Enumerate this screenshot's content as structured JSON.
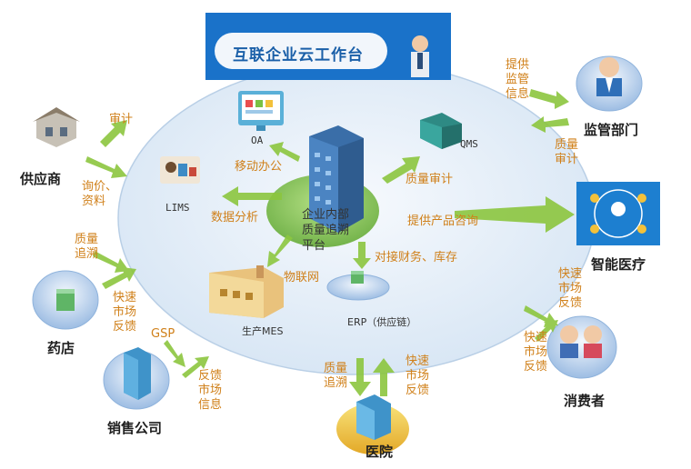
{
  "banner": {
    "title": "互联企业云工作台"
  },
  "center": {
    "label": "企业内部\n质量追溯\n平台"
  },
  "nodes": {
    "oa": "OA",
    "lims": "LIMS",
    "qms": "QMS",
    "mes": "生产MES",
    "erp": "ERP（供应链）"
  },
  "entities": {
    "supplier": "供应商",
    "pharmacy": "药店",
    "sales": "销售公司",
    "hospital": "医院",
    "consumer": "消费者",
    "regulator": "监管部门",
    "smart_medical": "智能医疗"
  },
  "labels": {
    "audit": "审计",
    "inquiry": "询价、\n资料",
    "quality_trace_left": "质量\n追溯",
    "quick_feedback_left": "快速\n市场\n反馈",
    "gsp": "GSP",
    "feedback_info": "反馈\n市场\n信息",
    "quality_trace_bottom": "质量\n追溯",
    "quick_feedback_bottom": "快速\n市场\n反馈",
    "quick_feedback_right1": "快速\n市场\n反馈",
    "quick_feedback_right2": "快速\n市场\n反馈",
    "provide_reg_info": "提供\n监管\n信息",
    "quality_audit_right": "质量\n审计",
    "mobile_office": "移动办公",
    "data_analysis": "数据分析",
    "quality_audit_center": "质量审计",
    "product_consult": "提供产品咨询",
    "finance_inventory": "对接财务、库存",
    "iot": "物联网"
  },
  "colors": {
    "banner": "#1a72c9",
    "ellipse": "#e4eef8",
    "arrow": "#8cc63f",
    "label": "#d0801a",
    "center_disc": "#7fc241"
  }
}
